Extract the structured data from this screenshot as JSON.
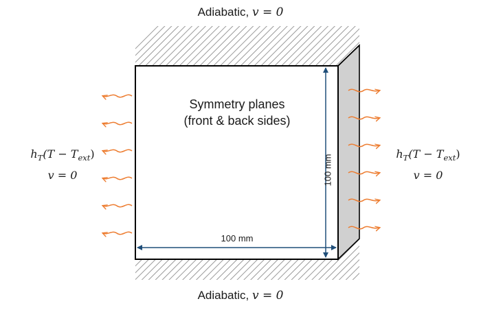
{
  "labels": {
    "top_boundary": "Adiabatic, v = 0",
    "bottom_boundary": "Adiabatic, v = 0",
    "center_line1": "Symmetry planes",
    "center_line2": "(front & back sides)",
    "side_bc_h": "h",
    "side_bc_sub_t": "T",
    "side_bc_paren": "(T − T",
    "side_bc_ext": "ext",
    "side_bc_close": ")",
    "side_bc_v": "v = 0",
    "adiabatic_word": "Adiabatic, ",
    "v_eq_zero": "v = 0",
    "dim_horizontal": "100 mm",
    "dim_vertical": "100 mm"
  },
  "colors": {
    "heat_arrow": "#ED7D31",
    "dimension_line": "#1F4E79",
    "block_edge": "#000000",
    "side_face": "#D0D0D0",
    "hatch": "#9a9a9a"
  }
}
